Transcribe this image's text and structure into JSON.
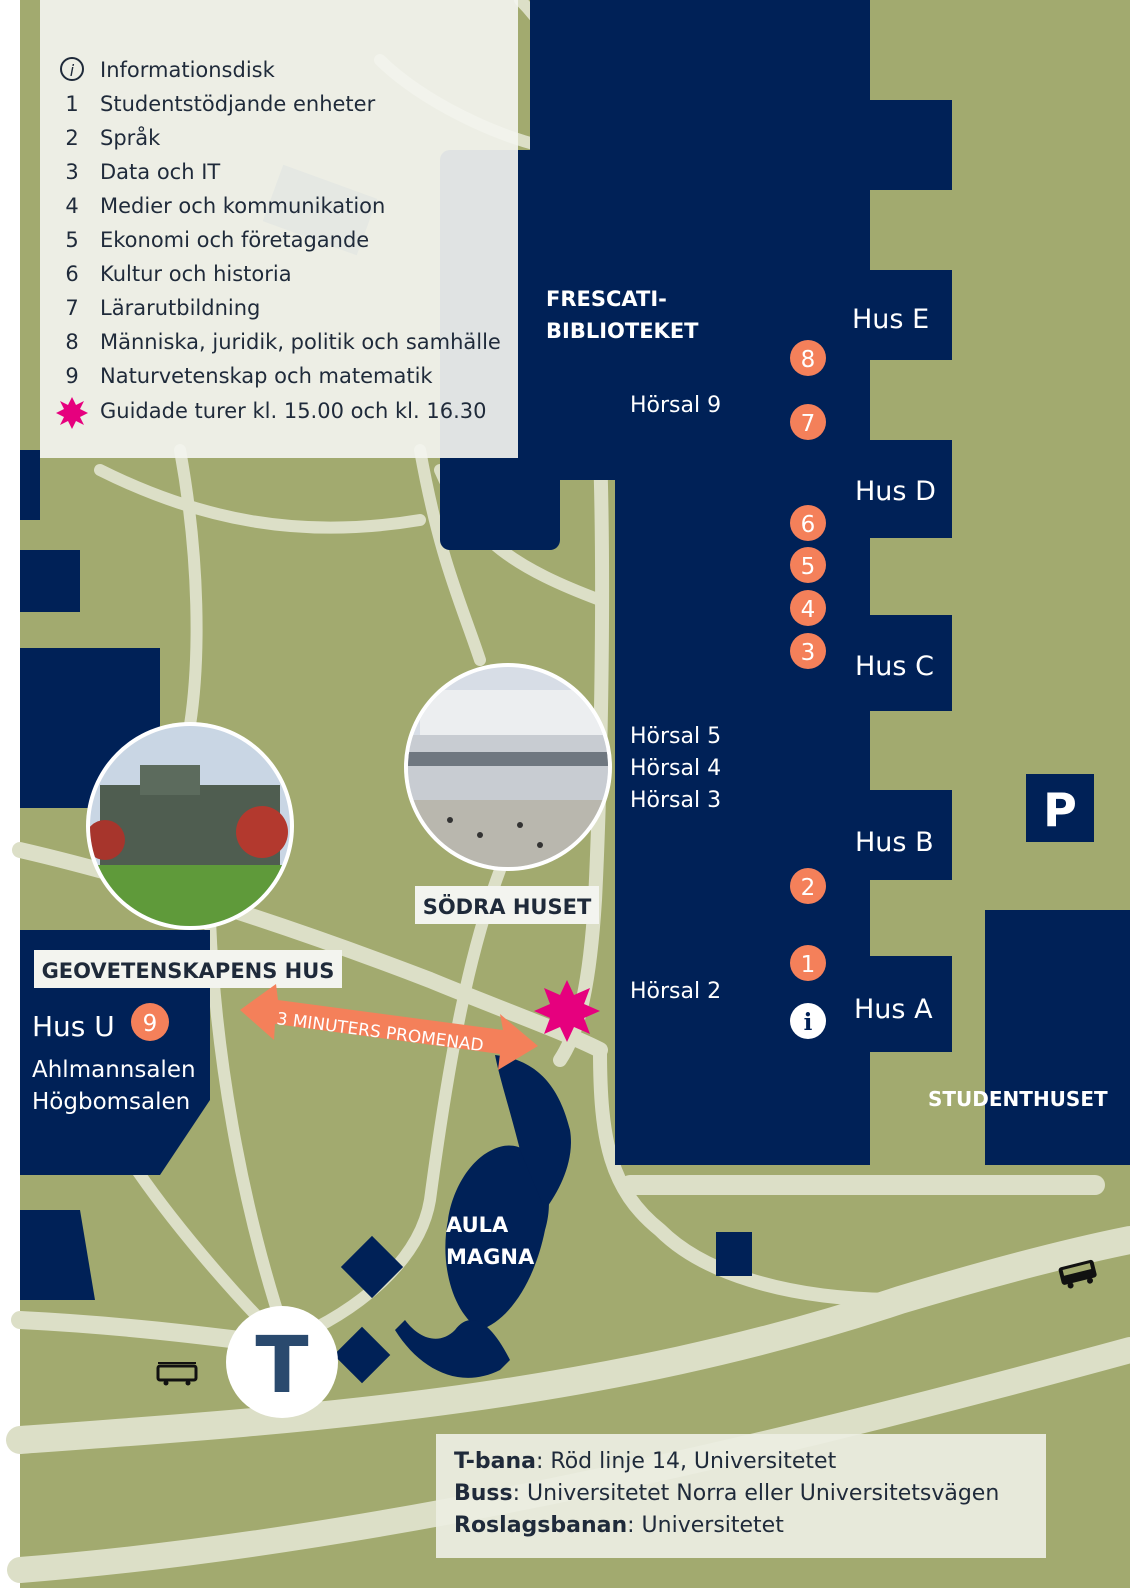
{
  "legend": {
    "items": [
      {
        "key": "i",
        "label": "Informationsdisk"
      },
      {
        "key": "1",
        "label": "Studentstödjande enheter"
      },
      {
        "key": "2",
        "label": "Språk"
      },
      {
        "key": "3",
        "label": "Data och IT"
      },
      {
        "key": "4",
        "label": "Medier och kommunikation"
      },
      {
        "key": "5",
        "label": "Ekonomi och företagande"
      },
      {
        "key": "6",
        "label": "Kultur och historia"
      },
      {
        "key": "7",
        "label": "Lärarutbildning"
      },
      {
        "key": "8",
        "label": "Människa, juridik, politik och samhälle"
      },
      {
        "key": "9",
        "label": "Naturvetenskap och matematik"
      },
      {
        "key": "star",
        "label": "Guidade turer kl. 15.00 och kl. 16.30"
      }
    ]
  },
  "buildings": {
    "library_line1": "FRESCATI-",
    "library_line2": "BIBLIOTEKET",
    "hus_e": "Hus E",
    "hus_d": "Hus D",
    "hus_c": "Hus C",
    "hus_b": "Hus B",
    "hus_a": "Hus A",
    "hus_u": "Hus U",
    "sodra_huset": "SÖDRA HUSET",
    "geovetenskapens_hus": "GEOVETENSKAPENS HUS",
    "aula_line1": "AULA",
    "aula_line2": "MAGNA",
    "studenthuset_part1": "STUDENT",
    "studenthuset_part2": "HUSET",
    "parking": "P",
    "metro": "T"
  },
  "rooms": {
    "horsal_9": "Hörsal 9",
    "horsal_5": "Hörsal 5",
    "horsal_4": "Hörsal 4",
    "horsal_3": "Hörsal 3",
    "horsal_2": "Hörsal 2",
    "ahlmannsalen": "Ahlmannsalen",
    "hogbomsalen": "Högbomsalen"
  },
  "markers": {
    "m8": "8",
    "m7": "7",
    "m6": "6",
    "m5": "5",
    "m4": "4",
    "m3": "3",
    "m2": "2",
    "m1": "1",
    "m9": "9",
    "info": "i"
  },
  "walk_label": "3 MINUTERS PROMENAD",
  "transit": {
    "tbana_label": "T-bana",
    "tbana_value": ": Röd linje 14, Universitetet",
    "buss_label": "Buss",
    "buss_value": ": Universitetet Norra eller Universitetsvägen",
    "roslag_label": "Roslagsbanan",
    "roslag_value": ": Universitetet"
  },
  "colors": {
    "grass": "#a2aa6f",
    "path": "#dcdfc7",
    "building": "#002157",
    "marker": "#f4805a",
    "star": "#e6007e"
  }
}
